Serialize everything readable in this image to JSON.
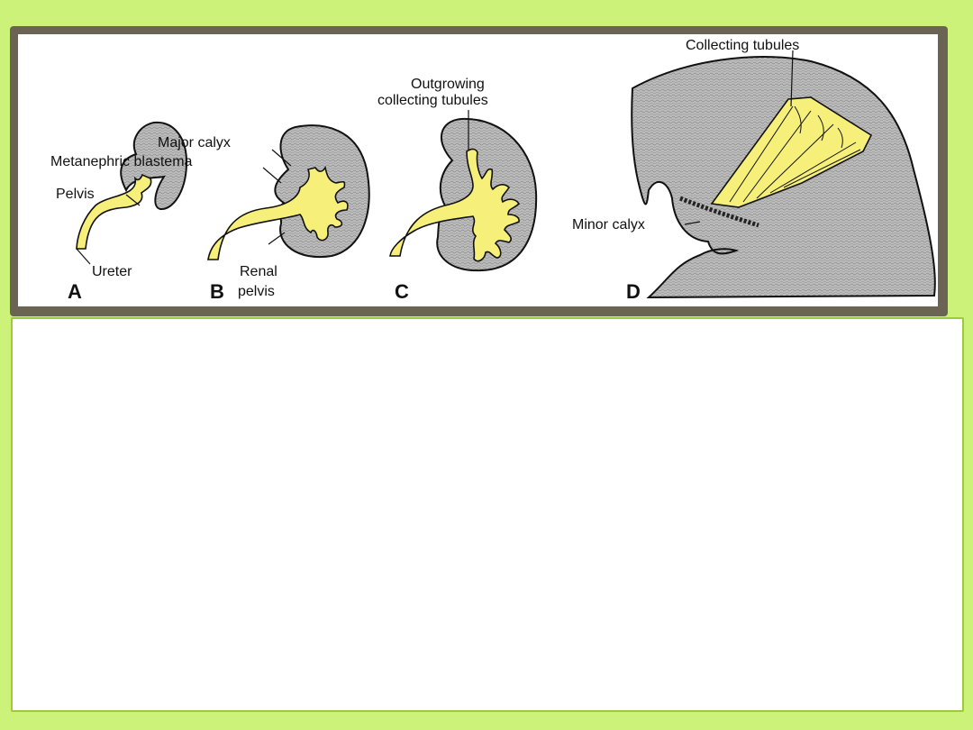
{
  "figure": {
    "labels": {
      "collecting_tubules": "Collecting tubules",
      "outgrowing_line1": "Outgrowing",
      "outgrowing_line2": "collecting tubules",
      "major_calyx": "Major calyx",
      "metanephric_blastema": "Metanephric blastema",
      "pelvis": "Pelvis",
      "ureter": "Ureter",
      "renal_line1": "Renal",
      "renal_line2": "pelvis",
      "minor_calyx": "Minor calyx"
    },
    "panels": [
      "A",
      "B",
      "C",
      "D"
    ]
  },
  "colors": {
    "background": "#cdf27a",
    "frame": "#6b6455",
    "tissue": "#b9b9b9",
    "duct": "#f6f07a",
    "content_border": "#9ccb3a"
  }
}
